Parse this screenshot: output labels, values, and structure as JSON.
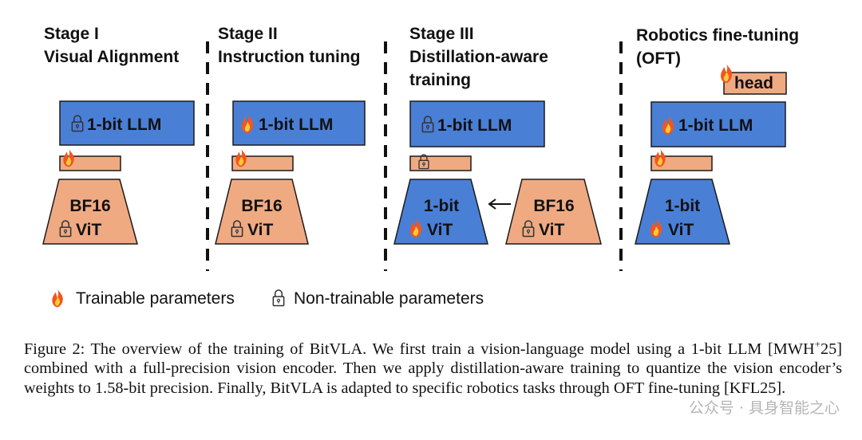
{
  "stages": [
    {
      "title_lines": [
        "Stage I",
        "Visual Alignment"
      ],
      "llm_label": "1-bit LLM",
      "vit_lines": [
        "BF16",
        "ViT"
      ]
    },
    {
      "title_lines": [
        "Stage II",
        "Instruction tuning"
      ],
      "llm_label": "1-bit LLM",
      "vit_lines": [
        "BF16",
        "ViT"
      ]
    },
    {
      "title_lines": [
        "Stage III",
        "Distillation-aware",
        "training"
      ],
      "llm_label": "1-bit LLM",
      "student_vit_lines": [
        "1-bit",
        "ViT"
      ],
      "teacher_vit_lines": [
        "BF16",
        "ViT"
      ]
    },
    {
      "title_lines": [
        "Robotics fine-tuning",
        "(OFT)"
      ],
      "head_label": "head",
      "llm_label": "1-bit LLM",
      "vit_lines": [
        "1-bit",
        "ViT"
      ]
    }
  ],
  "legend": {
    "trainable": "Trainable parameters",
    "non_trainable": "Non-trainable parameters"
  },
  "caption": {
    "text": "Figure 2: The overview of the training of BitVLA. We first train a vision-language model using a 1-bit LLM [MWH",
    "sup": "+",
    "text_after": "25] combined with a full-precision vision encoder. Then we apply distillation-aware training to quantize the vision encoder’s weights to 1.58-bit precision. Finally, BitVLA is adapted to specific robotics tasks through OFT fine-tuning [KFL25]."
  },
  "watermark": "公众号 · 具身智能之心",
  "colors": {
    "blue": "#4a7fd6",
    "salmon": "#f0aa82",
    "stroke": "#1a1a1a"
  }
}
